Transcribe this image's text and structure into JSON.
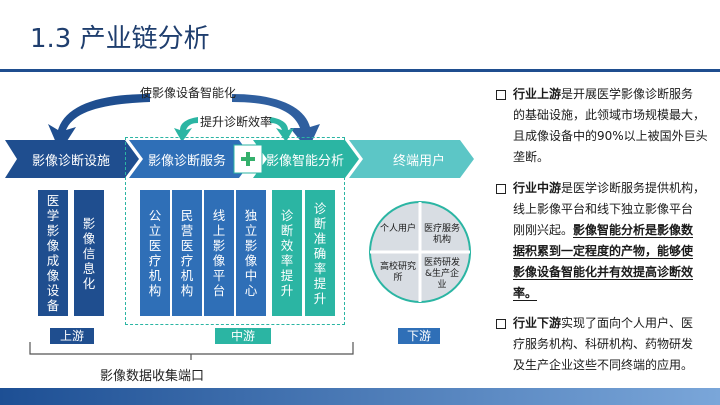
{
  "title": "1.3 产业链分析",
  "top_label": "使影像设备智能化",
  "mid_label": "提升诊断效率",
  "stages": [
    "影像诊断设施",
    "影像诊断服务",
    "影像智能分析",
    "终端用户"
  ],
  "columns": {
    "upstream": [
      "医学影像成像设备",
      "影像信息化"
    ],
    "service": [
      "公立医疗机构",
      "民营医疗机构",
      "线上影像平台",
      "独立影像中心"
    ],
    "analysis": [
      "诊断效率提升",
      "诊断准确率提升"
    ]
  },
  "tags": {
    "up": "上游",
    "mid": "中游",
    "down": "下游"
  },
  "users": [
    "个人用户",
    "医疗服务机构",
    "高校研究所",
    "医药研发&生产企业"
  ],
  "bottom_label": "影像数据收集端口",
  "paragraphs": {
    "p1_head": "行业上游",
    "p1_line1": "是开展医学影像诊断服务",
    "p1_line2": "的基础设施，此领域市场规模最大，",
    "p1_line3": "且成像设备中的90%以上被国外巨头",
    "p1_line4": "垄断。",
    "p2_head": "行业中游",
    "p2_line1": "是医学诊断服务提供机构，",
    "p2_line2": "线上影像平台和线下独立影像平台",
    "p2_line3": "刚刚兴起。",
    "p2_bold1": "影像智能分析是影像数",
    "p2_bold2": "据积累到一定程度的产物，能够使",
    "p2_bold3": "影像设备智能化并有效提高诊断效",
    "p2_bold4": "率。",
    "p3_head": "行业下游",
    "p3_line1": "实现了面向个人用户、医",
    "p3_line2": "疗服务机构、科研机构、药物研发",
    "p3_line3": "及生产企业这些不同终端的应用。"
  },
  "colors": {
    "dark_blue": "#1f4e8f",
    "mid_blue": "#2f6fb7",
    "teal": "#2bb5a3",
    "light_teal": "#5cc6c6",
    "green": "#34b06c"
  }
}
